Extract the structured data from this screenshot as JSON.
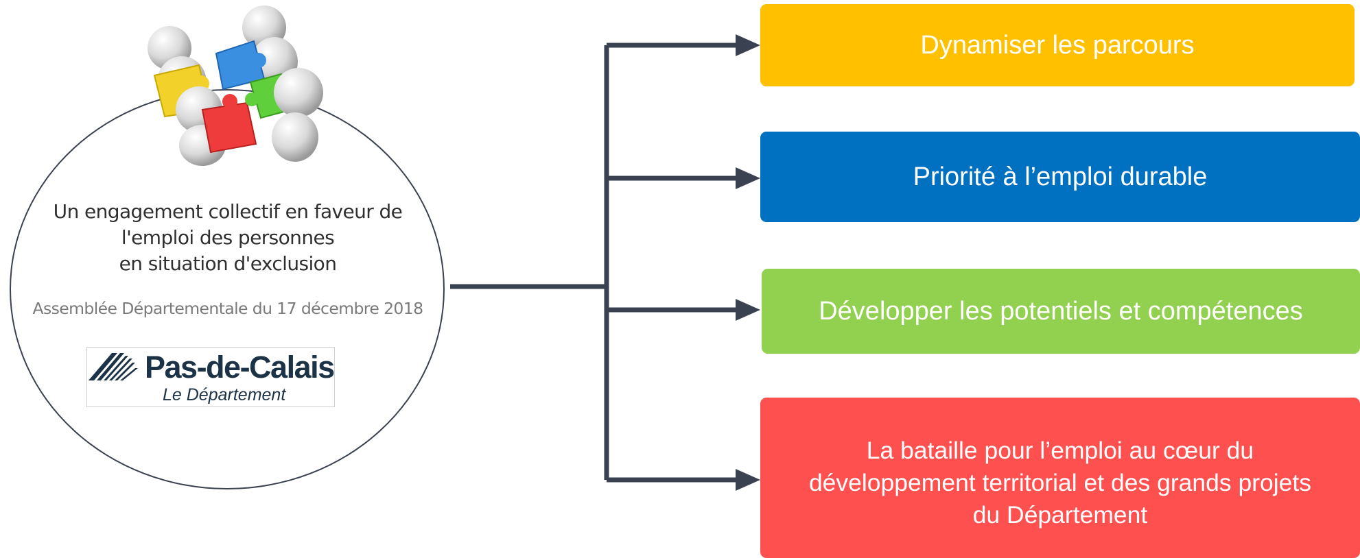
{
  "left_panel": {
    "tagline_lines": [
      "Un engagement collectif en faveur de",
      "l'emploi des personnes",
      "en situation d'exclusion"
    ],
    "assembly": "Assemblée Départementale du 17 décembre 2018",
    "logo": {
      "name": "Pas-de-Calais",
      "subtitle": "Le Département"
    },
    "illustration_icon": "puzzle-team-icon"
  },
  "boxes": [
    {
      "lines": [
        "Dynamiser les parcours"
      ],
      "color": "#FFC000"
    },
    {
      "lines": [
        "Priorité à l’emploi durable"
      ],
      "color": "#0070C0"
    },
    {
      "lines": [
        "Développer les potentiels et compétences"
      ],
      "color": "#92D050"
    },
    {
      "lines": [
        "La bataille pour l’emploi au cœur du",
        "développement territorial et des grands   projets",
        "du Département"
      ],
      "color": "#FF5050"
    }
  ],
  "connector_color": "#3A4150"
}
